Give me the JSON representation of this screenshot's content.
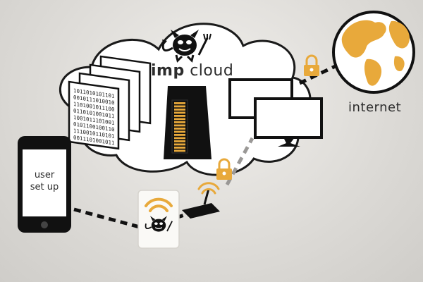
{
  "cloud": {
    "title_bold": "imp",
    "title_rest": " cloud"
  },
  "internet": {
    "label": "internet"
  },
  "phone": {
    "line1": "user",
    "line2": "set up"
  },
  "binary_text": "1011010101101\n0010111010010\n1101001011100\n0110101001011\n1001011101001\n0101100100110\n1110010110101\n0011101001011",
  "colors": {
    "accent": "#e8a93b",
    "dark": "#111111",
    "cloud_fill": "#ffffff",
    "cloud_stroke": "#1a1a1a"
  },
  "icons": [
    "imp-devil-icon",
    "lock-icon",
    "globe-icon",
    "server-icon",
    "monitor-icon",
    "phone-icon",
    "router-icon",
    "wifi-icon"
  ]
}
